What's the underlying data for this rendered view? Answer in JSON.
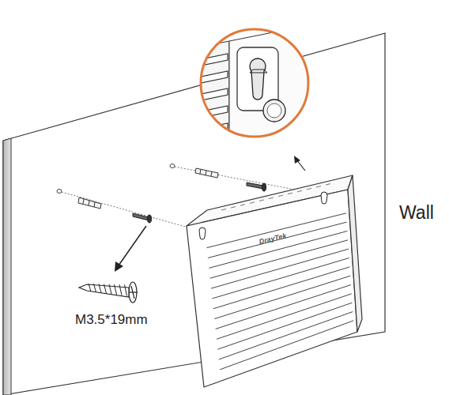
{
  "diagram": {
    "labels": [
      "Wall",
      "M3.5*19mm",
      "DrayTek"
    ]
  }
}
